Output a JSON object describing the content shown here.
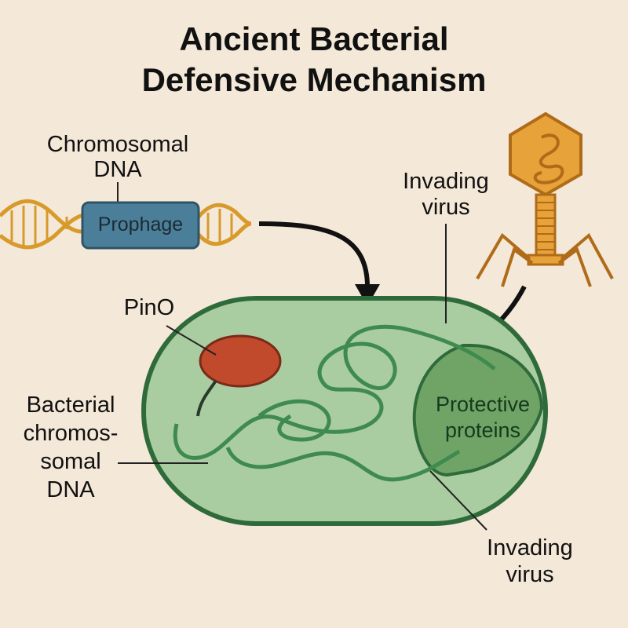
{
  "title": {
    "line1": "Ancient Bacterial",
    "line2": "Defensive Mechanism"
  },
  "labels": {
    "chromosomal_dna_1": "Chromosomal",
    "chromosomal_dna_2": "DNA",
    "prophage": "Prophage",
    "invading_virus_top_1": "Invading",
    "invading_virus_top_2": "virus",
    "pino": "PinO",
    "bacterial_dna_1": "Bacterial",
    "bacterial_dna_2": "chromos-",
    "bacterial_dna_3": "somal",
    "bacterial_dna_4": "DNA",
    "protective_1": "Protective",
    "protective_2": "proteins",
    "invading_virus_bottom_1": "Invading",
    "invading_virus_bottom_2": "virus"
  },
  "colors": {
    "background": "#f4e8d8",
    "cell_fill": "#a9cda0",
    "cell_stroke": "#2f6b3a",
    "protective_fill": "#6fa466",
    "pino_fill": "#c24a2c",
    "prophage_fill": "#4b7f99",
    "dna_orange": "#d89a2a",
    "virus_orange": "#d88a2a"
  },
  "icons": {
    "virus": "bacteriophage-icon",
    "dna": "dna-helix-icon"
  }
}
